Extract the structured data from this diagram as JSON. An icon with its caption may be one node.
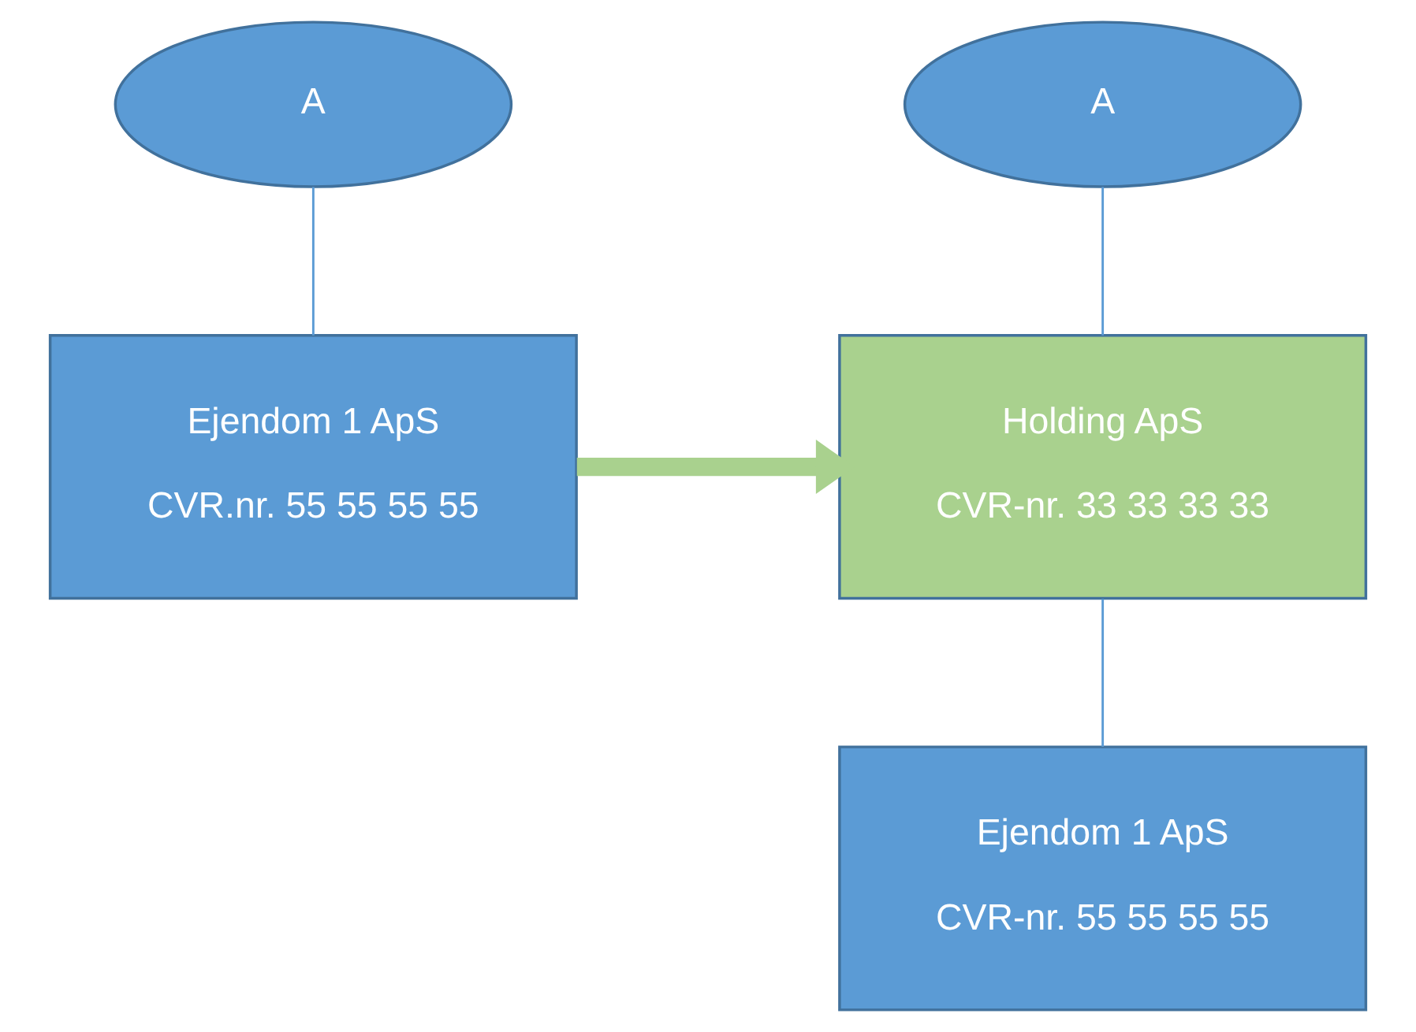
{
  "diagram": {
    "nodes": [
      {
        "text": [
          "A"
        ]
      },
      {
        "text": [
          "Ejendom 1 ApS",
          "CVR.nr. 55 55 55 55"
        ]
      },
      {
        "text": [
          "A"
        ]
      },
      {
        "text": [
          "Holding ApS",
          "CVR-nr. 33 33 33 33"
        ]
      },
      {
        "text": [
          "Ejendom 1 ApS",
          "CVR-nr. 55 55 55 55"
        ]
      }
    ],
    "edges": [
      {
        "from": 0,
        "to": 1,
        "arrow": "none"
      },
      {
        "from": 1,
        "to": 3,
        "arrow": "to",
        "style": "thick",
        "color": "#a9d18e"
      },
      {
        "from": 2,
        "to": 3,
        "arrow": "none"
      },
      {
        "from": 3,
        "to": 4,
        "arrow": "none"
      }
    ]
  }
}
